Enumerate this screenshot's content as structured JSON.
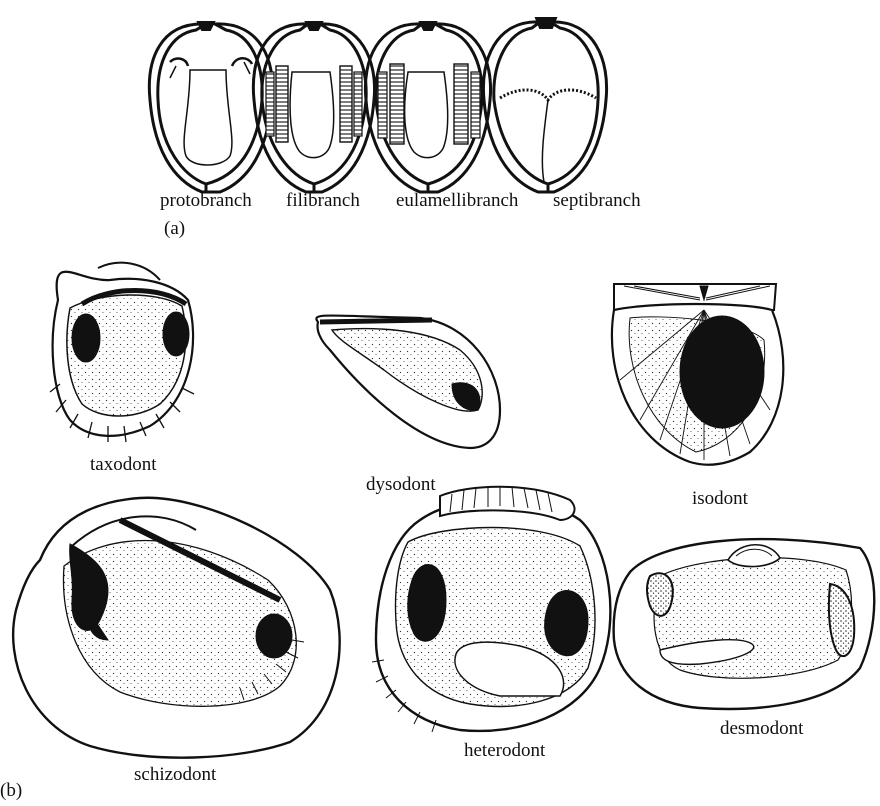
{
  "part_a": {
    "panel_label": "(a)",
    "gill_types": [
      {
        "id": "protobranch",
        "label": "protobranch"
      },
      {
        "id": "filibranch",
        "label": "filibranch"
      },
      {
        "id": "eulamellibranch",
        "label": "eulamellibranch"
      },
      {
        "id": "septibranch",
        "label": "septibranch"
      }
    ]
  },
  "part_b": {
    "panel_label": "(b)",
    "hinge_types": [
      {
        "id": "taxodont",
        "label": "taxodont"
      },
      {
        "id": "dysodont",
        "label": "dysodont"
      },
      {
        "id": "isodont",
        "label": "isodont"
      },
      {
        "id": "schizodont",
        "label": "schizodont"
      },
      {
        "id": "heterodont",
        "label": "heterodont"
      },
      {
        "id": "desmodont",
        "label": "desmodont"
      }
    ]
  }
}
